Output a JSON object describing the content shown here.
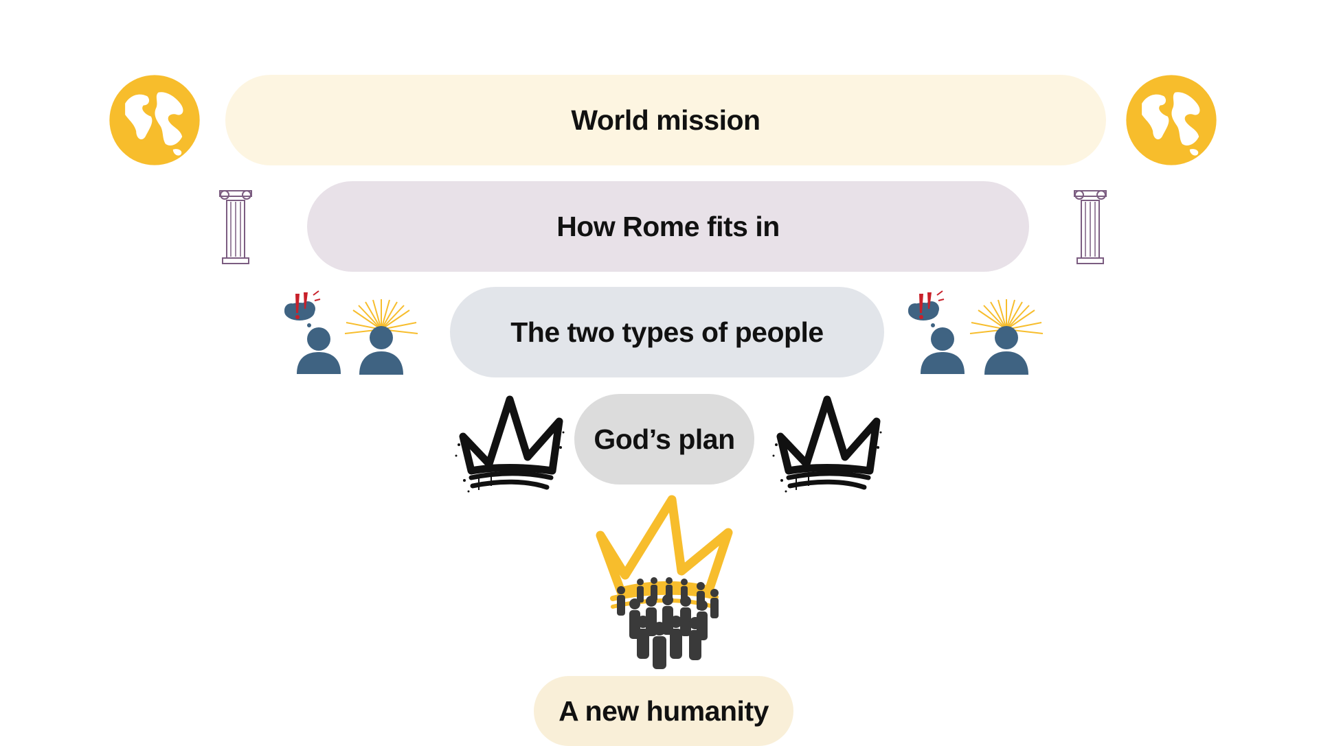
{
  "levels": [
    {
      "label": "World mission",
      "color": "#fdf5e1"
    },
    {
      "label": "How Rome fits in",
      "color": "#e8e1e8"
    },
    {
      "label": "The two types of people",
      "color": "#e2e5ea"
    },
    {
      "label": "God’s plan",
      "color": "#dcdcdc"
    },
    {
      "label": "A new humanity",
      "color": "#f9efd8"
    }
  ],
  "icons": {
    "globe": "globe-icon",
    "column": "ionic-column-icon",
    "people": "person-icons",
    "crown": "crown-icon",
    "crowd": "crowd-with-golden-crown-icon"
  },
  "colors": {
    "gold": "#f7bd2c",
    "person": "#3f6382",
    "alert": "#c8202a",
    "column": "#7b5c80",
    "ink": "#111111",
    "crowd": "#3a3a3a"
  }
}
